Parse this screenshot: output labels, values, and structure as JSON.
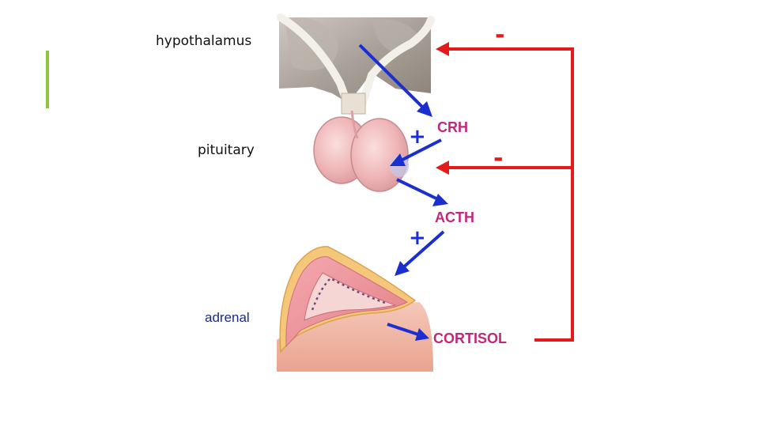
{
  "labels": {
    "hypothalamus": "hypothalamus",
    "pituitary": "pituitary",
    "adrenal": "adrenal"
  },
  "hormones": {
    "crh": "CRH",
    "acth": "ACTH",
    "cortisol": "CORTISOL"
  },
  "signs": {
    "stimulate_crh": "+",
    "stimulate_acth": "+",
    "inhibit_hypothalamus": "-",
    "inhibit_pituitary": "-"
  },
  "colors": {
    "accent_bar": "#8dc63f",
    "stimulation_arrow": "#1b2fd0",
    "inhibition_arrow": "#e31b1b",
    "hormone_text": "#c0287a",
    "adrenal_label": "#1a2a8a"
  },
  "icons": {
    "hypothalamus": "brain-tissue-image",
    "pituitary": "pituitary-gland-image",
    "adrenal": "adrenal-cortex-image"
  }
}
